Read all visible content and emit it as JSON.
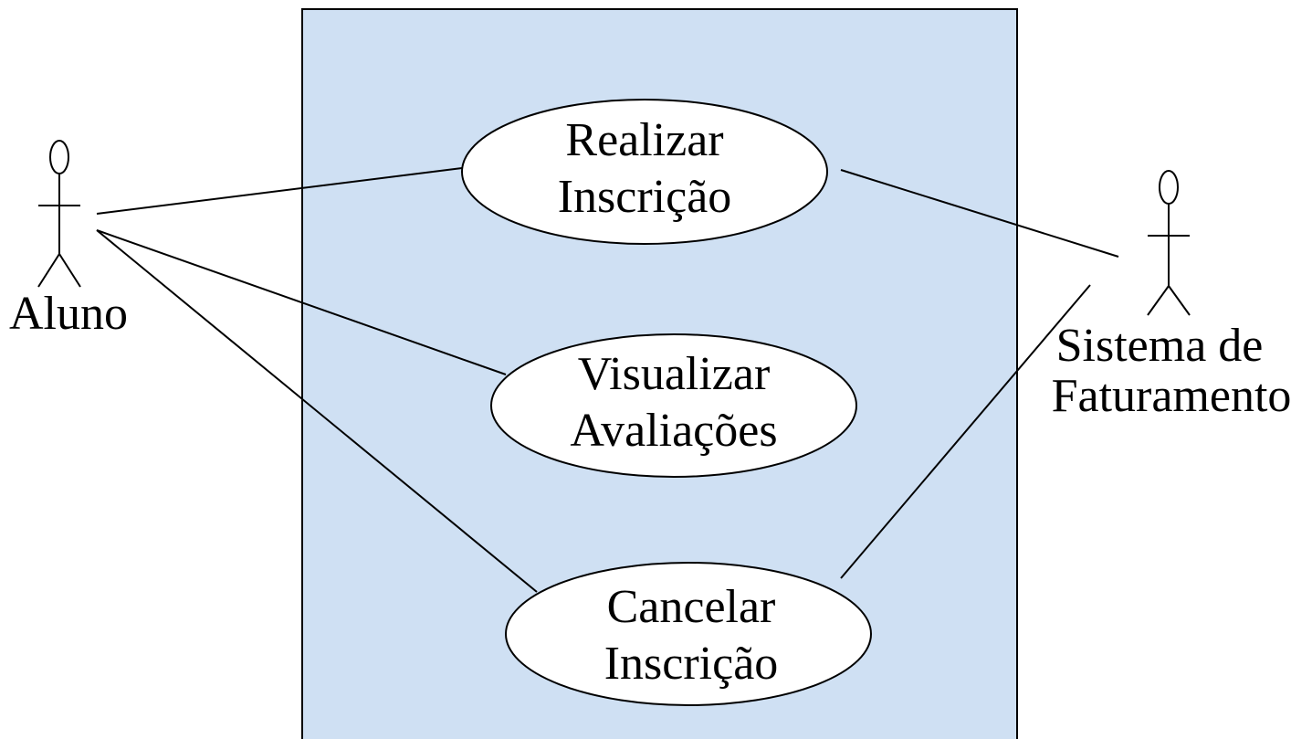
{
  "diagram": {
    "type": "uml-use-case",
    "colors": {
      "system_boundary_fill": "#cfe0f3",
      "line": "#000000",
      "use_case_fill": "#ffffff"
    },
    "actors": [
      {
        "id": "aluno",
        "label_lines": [
          "Aluno"
        ]
      },
      {
        "id": "sistema",
        "label_lines": [
          "Sistema de",
          "Faturamento"
        ]
      }
    ],
    "use_cases": [
      {
        "id": "realizar",
        "label_lines": [
          "Realizar",
          "Inscrição"
        ]
      },
      {
        "id": "visualizar",
        "label_lines": [
          "Visualizar",
          "Avaliações"
        ]
      },
      {
        "id": "cancelar",
        "label_lines": [
          "Cancelar",
          "Inscrição"
        ]
      }
    ],
    "associations": [
      {
        "from": "aluno",
        "to": "realizar"
      },
      {
        "from": "aluno",
        "to": "visualizar"
      },
      {
        "from": "aluno",
        "to": "cancelar"
      },
      {
        "from": "sistema",
        "to": "realizar"
      },
      {
        "from": "sistema",
        "to": "cancelar"
      }
    ]
  }
}
